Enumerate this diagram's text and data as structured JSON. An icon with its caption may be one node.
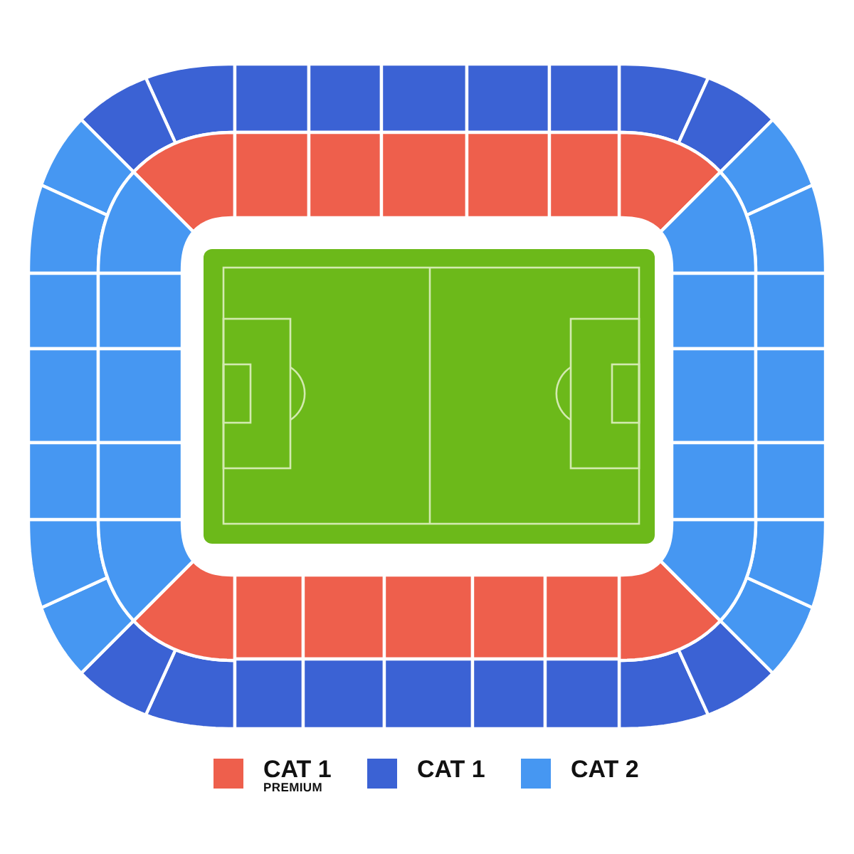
{
  "diagram": {
    "legend": [
      {
        "text": "CAT 1 PREMIUM",
        "color": "#ee5f4c"
      },
      {
        "text": "CAT 1",
        "color": "#3b62d4"
      },
      {
        "text": "CAT 2",
        "color": "#4697f2"
      }
    ]
  }
}
